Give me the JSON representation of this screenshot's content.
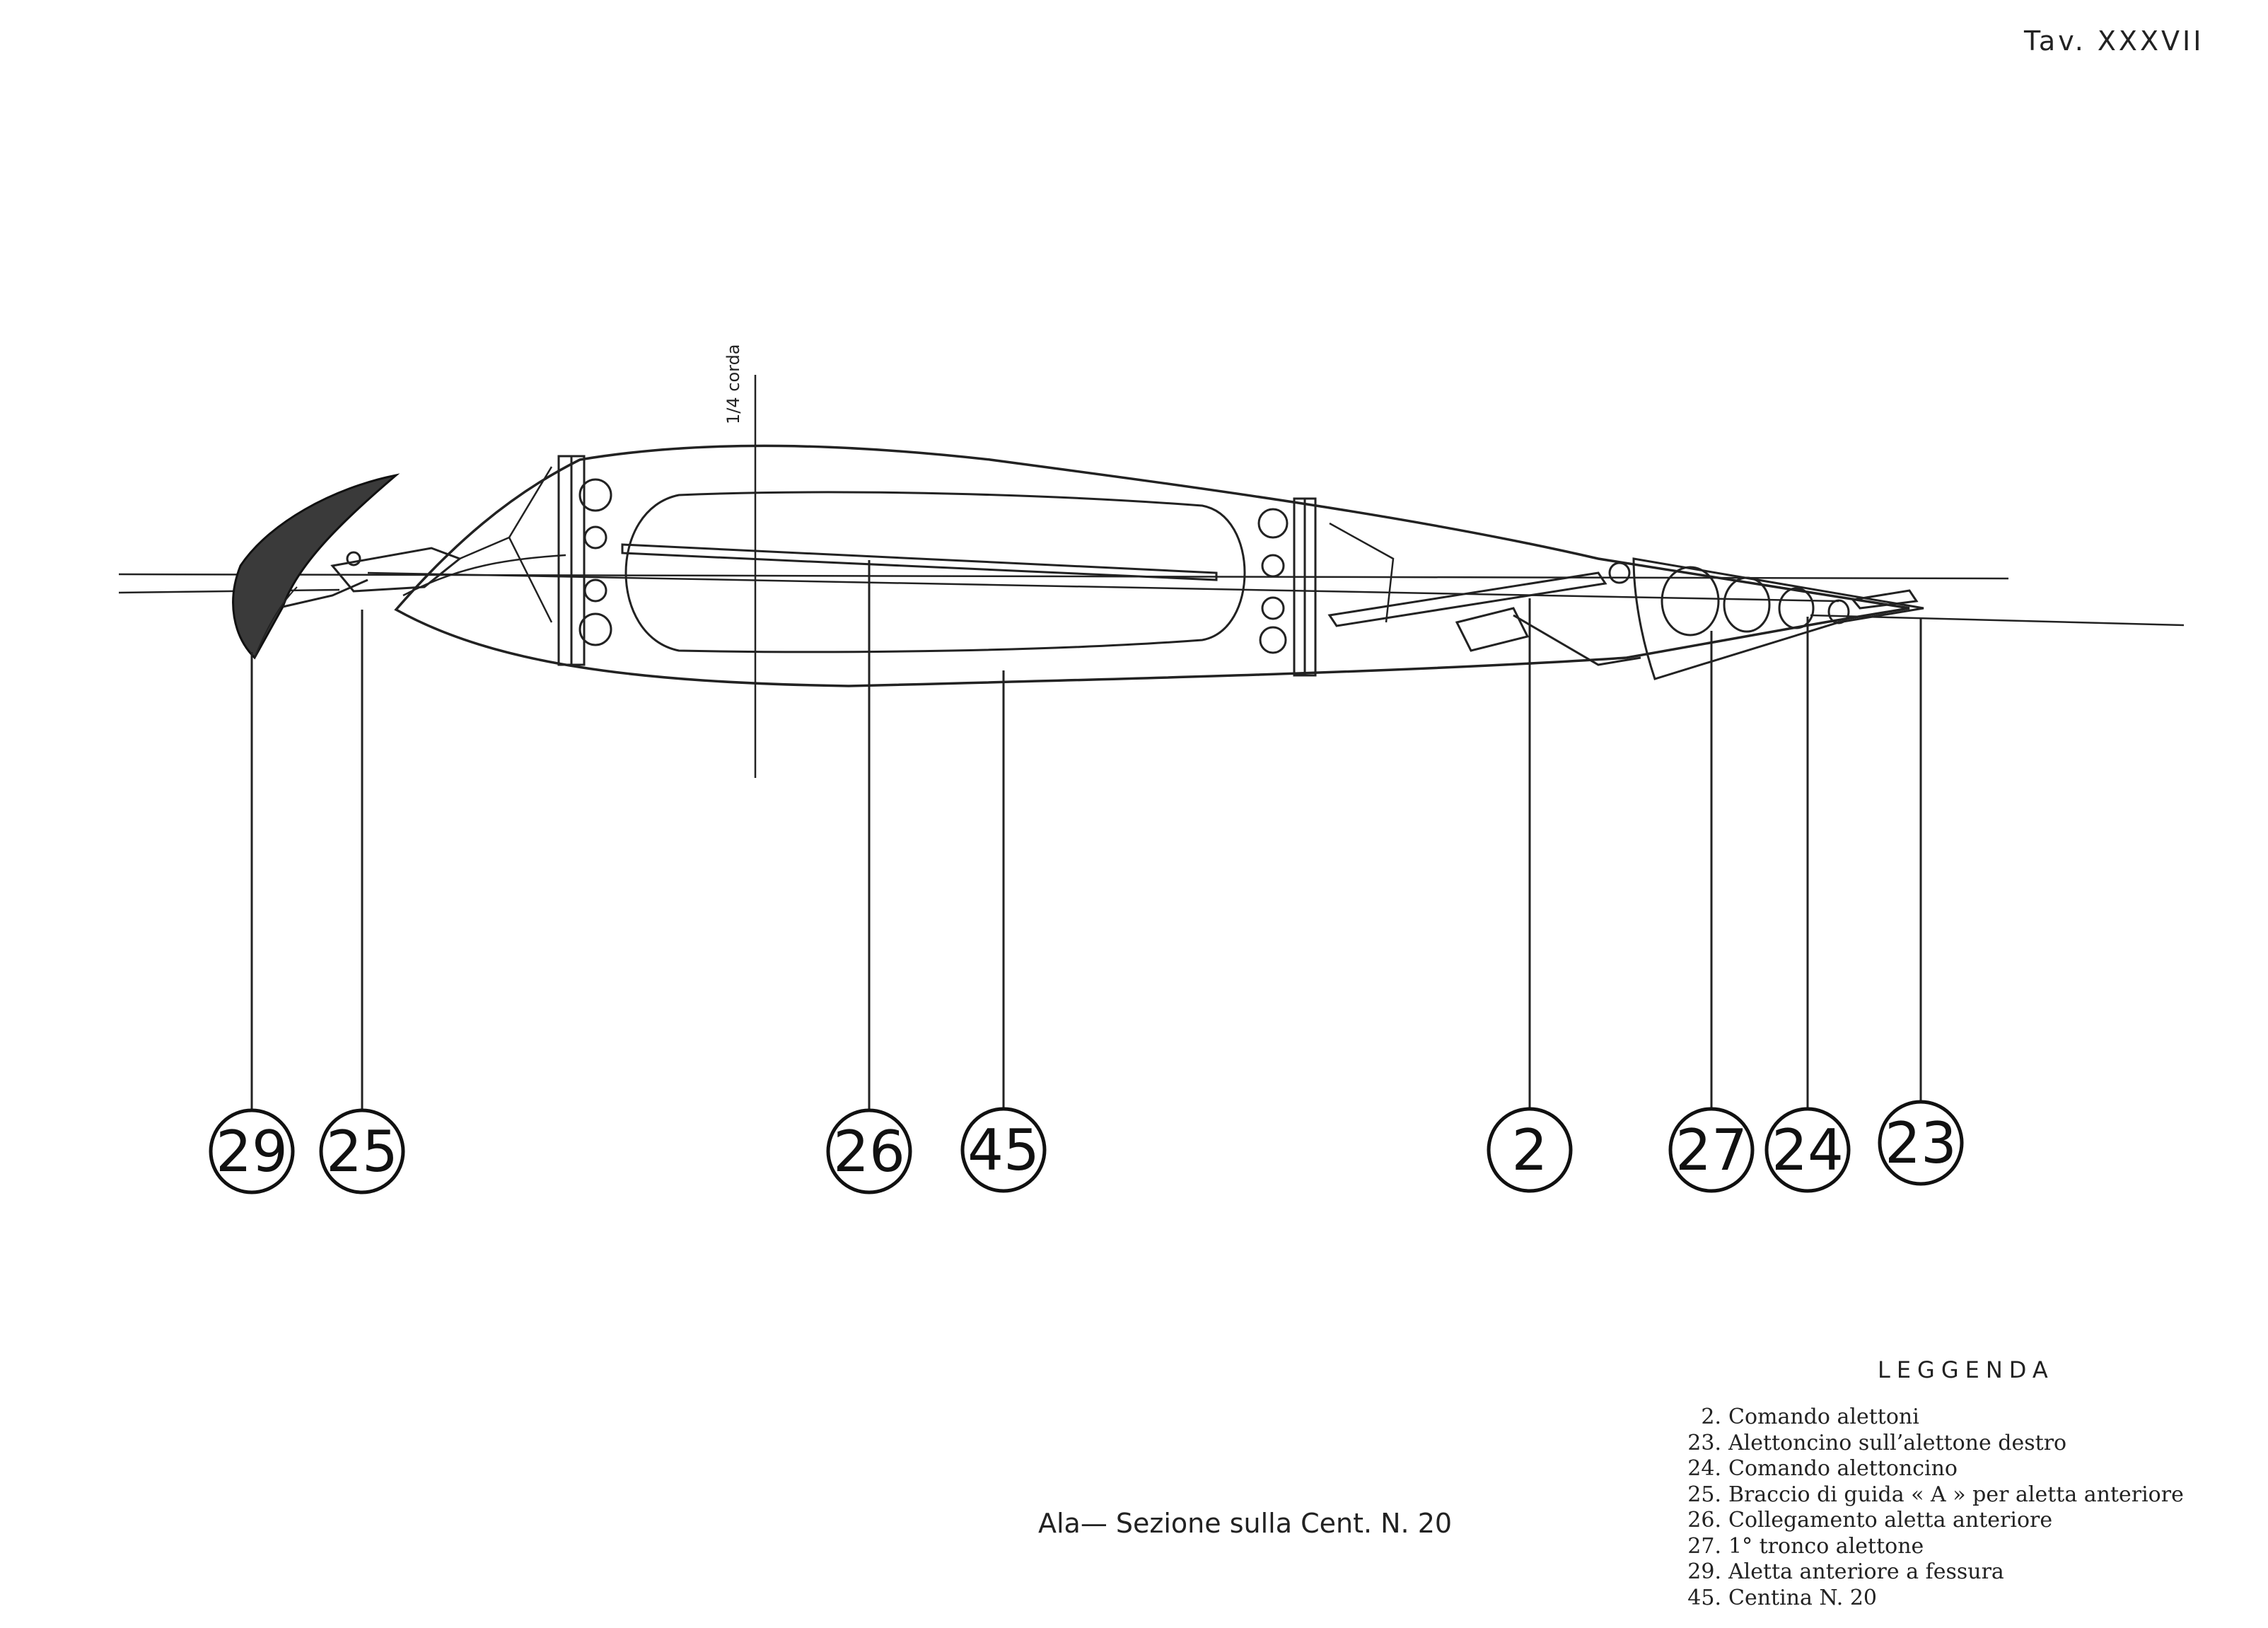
{
  "plate_number": "Tav. XXXVII",
  "axis_annotation": "1/4 corda",
  "caption": "Ala— Sezione sulla Cent. N. 20",
  "legend": {
    "title": "LEGGENDA",
    "items": [
      {
        "num": "2.",
        "text": "Comando alettoni"
      },
      {
        "num": "23.",
        "text": "Alettoncino sull’alettone destro"
      },
      {
        "num": "24.",
        "text": "Comando alettoncino"
      },
      {
        "num": "25.",
        "text": "Braccio di guida « A » per aletta anteriore"
      },
      {
        "num": "26.",
        "text": "Collegamento aletta anteriore"
      },
      {
        "num": "27.",
        "text": "1° tronco alettone"
      },
      {
        "num": "29.",
        "text": "Aletta anteriore a fessura"
      },
      {
        "num": "45.",
        "text": "Centina N. 20"
      }
    ]
  },
  "callouts": [
    "29",
    "25",
    "26",
    "45",
    "2",
    "27",
    "24",
    "23"
  ]
}
